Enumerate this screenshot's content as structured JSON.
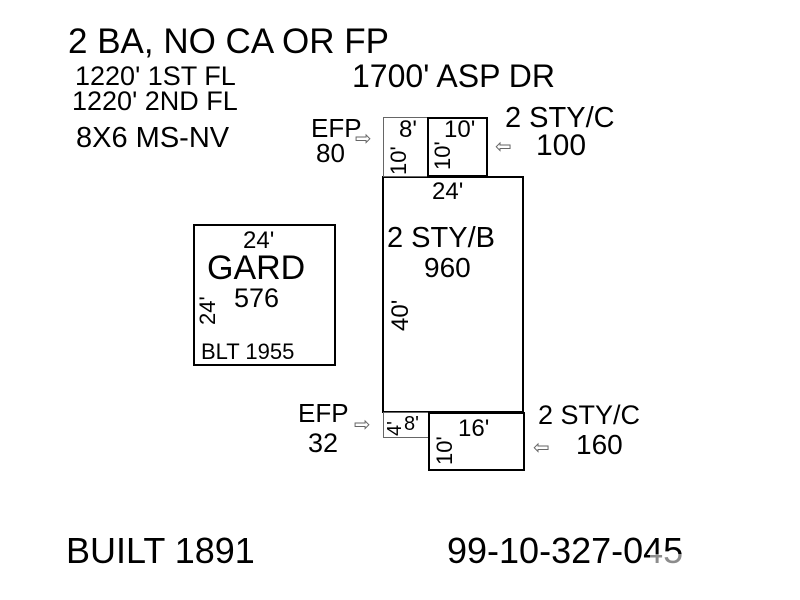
{
  "header": {
    "baths_ca_fp": "2 BA, NO CA OR FP",
    "first_floor": "1220' 1ST FL",
    "second_floor": "1220' 2ND FL",
    "basement": "8X6 MS-NV",
    "driveway": "1700' ASP DR"
  },
  "garage": {
    "width": "24'",
    "name": "GARD",
    "area": "576",
    "depth": "24'",
    "built": "BLT 1955"
  },
  "main_house": {
    "width": "24'",
    "label": "2 STY/B",
    "area": "960",
    "depth": "40'"
  },
  "top_porch": {
    "label": "EFP",
    "area": "80",
    "dim_a": "8'",
    "dim_b": "10'",
    "dim_c": "10'",
    "dim_d": "10'"
  },
  "top_addition": {
    "label": "2 STY/C",
    "area": "100"
  },
  "bottom_porch": {
    "label": "EFP",
    "area": "32",
    "dim_a": "8'",
    "dim_b": "4'"
  },
  "bottom_addition": {
    "label": "2 STY/C",
    "area": "160",
    "dim_a": "16'",
    "dim_b": "10'"
  },
  "footer": {
    "built": "BUILT 1891",
    "parcel": "99-10-327-045"
  },
  "icons": {
    "arrow_right": "⇨",
    "arrow_left": "⇦"
  }
}
